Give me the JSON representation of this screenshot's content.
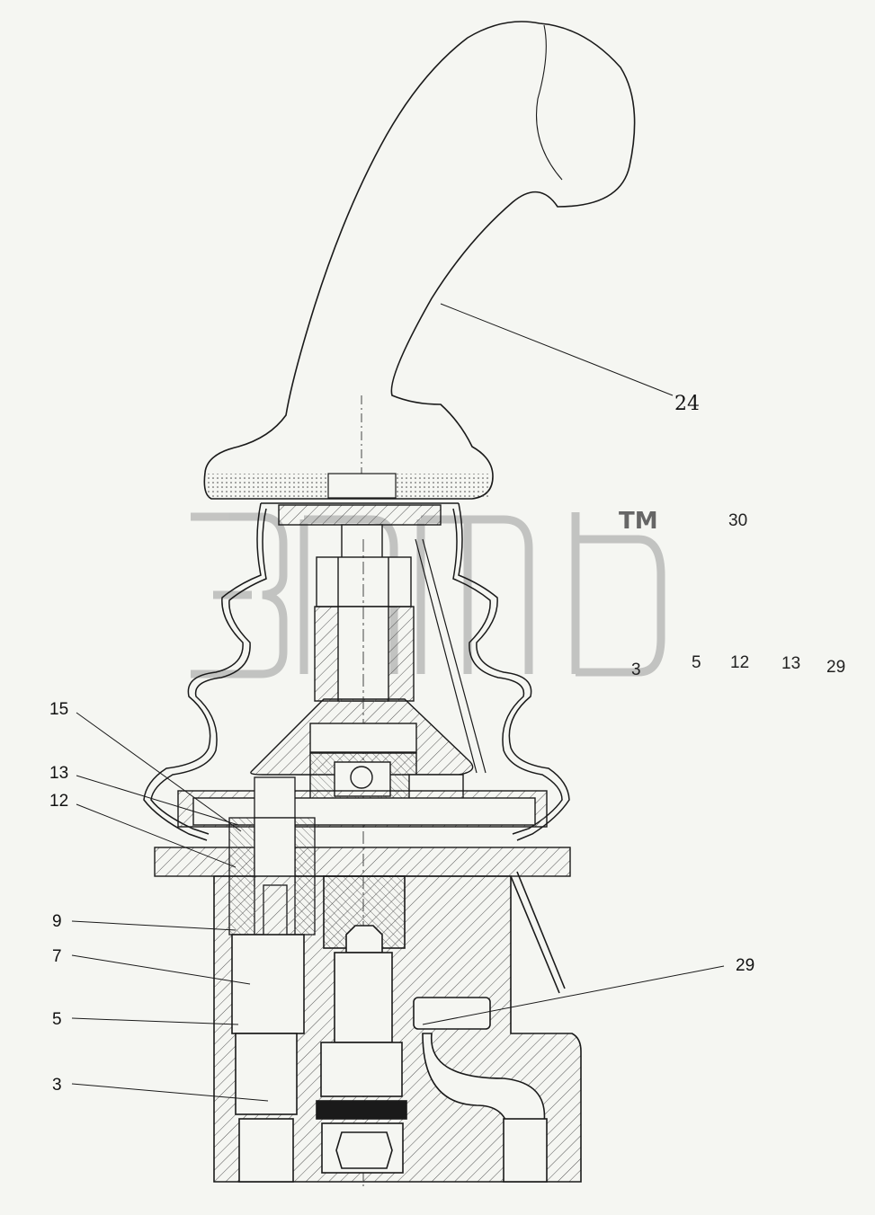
{
  "watermark": {
    "trademark": "TM"
  },
  "callouts": {
    "c24": "24",
    "c15": "15",
    "c13": "13",
    "c12": "12",
    "c9": "9",
    "c7": "7",
    "c5": "5",
    "c3": "3",
    "c29": "29"
  },
  "legend": {
    "n30": "30",
    "n3": "3",
    "n5": "5",
    "n12": "12",
    "n13": "13",
    "n29": "29"
  },
  "colors": {
    "line": "#1a1a1a",
    "background": "#f5f6f2",
    "hatch": "#555555",
    "watermark": "#9a9a9a"
  }
}
